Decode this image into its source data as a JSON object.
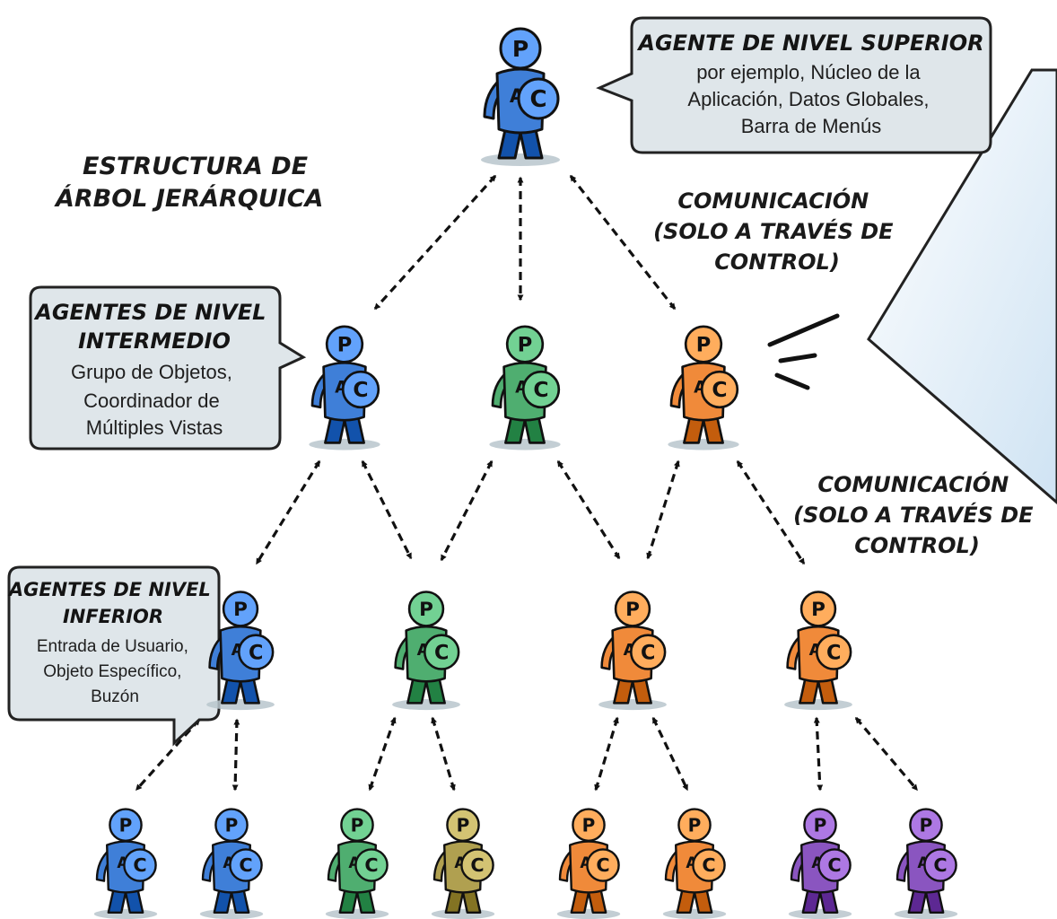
{
  "diagram_title": [
    "ESTRUCTURA DE",
    "ÁRBOL JERÁRQUICA"
  ],
  "communication_note": [
    "COMUNICACIÓN",
    "(SOLO A TRAVÉS DE",
    "CONTROL)"
  ],
  "callouts": {
    "top": {
      "title": [
        "AGENTE DE NIVEL SUPERIOR"
      ],
      "body": [
        "por ejemplo, Núcleo de la",
        "Aplicación, Datos Globales,",
        "Barra de Menús"
      ]
    },
    "middle": {
      "title": [
        "AGENTES DE NIVEL",
        "INTERMEDIO"
      ],
      "body": [
        "Grupo de Objetos,",
        "Coordinador de",
        "Múltiples Vistas"
      ]
    },
    "bottom": {
      "title": [
        "AGENTES DE NIVEL",
        "INFERIOR"
      ],
      "body": [
        "Entrada de Usuario,",
        "Objeto Específico,",
        "Buzón"
      ]
    }
  },
  "agent_labels": {
    "presentation": "P",
    "abstraction": "A",
    "control": "C"
  },
  "colors": {
    "blue": "#3f7fd8",
    "green": "#4fae70",
    "orange": "#f08a3a",
    "olive": "#b0a050",
    "purple": "#8a55c0",
    "bubble": "#dfe6ea"
  },
  "levels": {
    "top": {
      "agents": [
        "blue"
      ]
    },
    "middle": {
      "agents": [
        "blue",
        "green",
        "orange"
      ]
    },
    "lower": {
      "agents": [
        "blue",
        "green",
        "orange",
        "orange"
      ]
    },
    "leaf": {
      "agents": [
        "blue",
        "blue",
        "green",
        "olive",
        "orange",
        "orange",
        "purple",
        "purple"
      ]
    }
  }
}
